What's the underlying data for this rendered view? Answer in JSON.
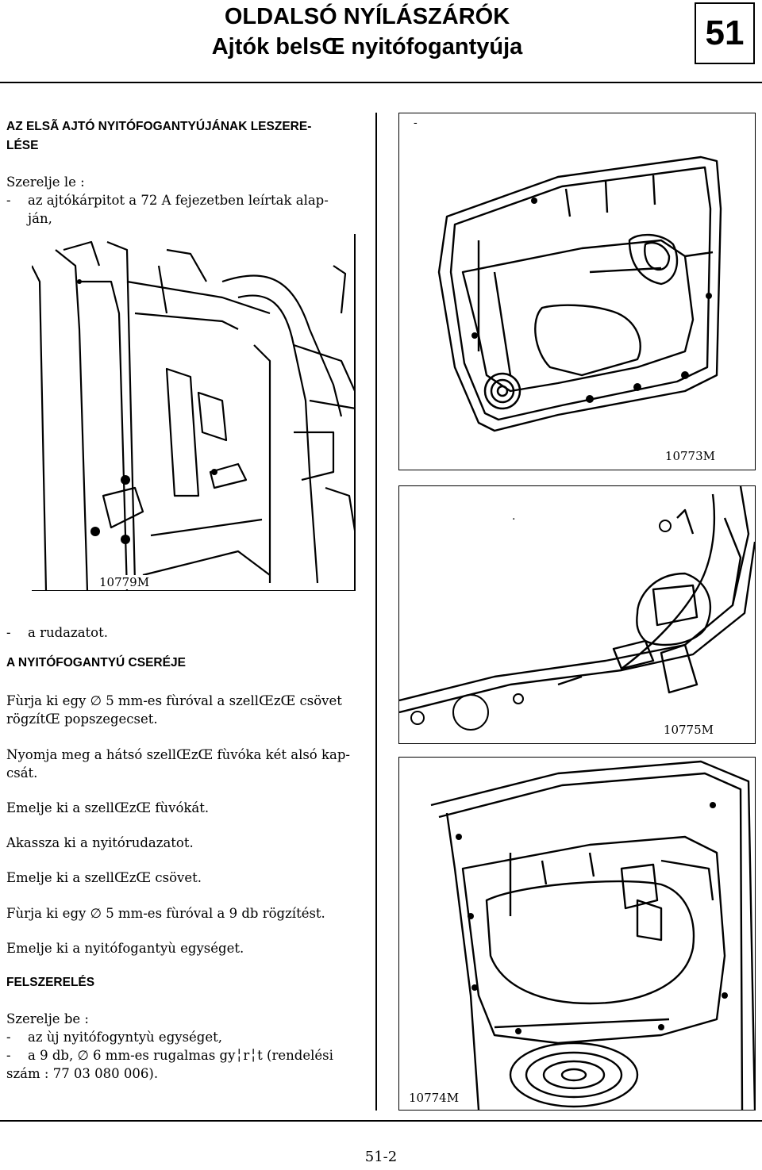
{
  "header": {
    "title_line1": "OLDALSÓ NYÍLÁSZÁRÓK",
    "title_line2": "Ajtók belsŒ nyitófogantyúja",
    "chapter": "51"
  },
  "left_column": {
    "section1_heading_line1": "AZ ELSÃ AJTÓ NYITÓFOGANTYÚJÁNAK LESZERE-",
    "section1_heading_line2": "LÉSE",
    "remove_intro": "Szerelje le :",
    "remove_item1_line1": "az ajtókárpitot a 72 A fejezetben leírtak alap-",
    "remove_item1_line2": "ján,",
    "remove_item2": "a rudazatot.",
    "section2_heading": "A NYITÓFOGANTYÚ CSERÉJE",
    "step1_line1": "Fùrja ki egy ∅ 5 mm-es fùróval a szellŒzŒ csövet",
    "step1_line2": "rögzítŒ popszegecset.",
    "step2_line1": "Nyomja meg a hátsó szellŒzŒ fùvóka két alsó kap-",
    "step2_line2": "csát.",
    "step3": "Emelje ki a szellŒzŒ fùvókát.",
    "step4": "Akassza ki a nyitórudazatot.",
    "step5": "Emelje ki a szellŒzŒ csövet.",
    "step6": "Fùrja ki egy ∅ 5 mm-es fùróval a 9 db rögzítést.",
    "step7": "Emelje ki a nyitófogantyù egységet.",
    "section3_heading": "FELSZERELÉS",
    "install_intro": "Szerelje be :",
    "install_item1": "az ùj nyitófogyntyù egységet,",
    "install_item2_line1": "a 9 db, ∅ 6 mm-es rugalmas gy╎r╎t (rendelési",
    "install_item2_line2": "szám : 77 03 080 006)."
  },
  "figures": {
    "fig_left": "10779M",
    "fig_top_right": "10773M",
    "fig_mid_right": "10775M",
    "fig_bottom_right": "10774M",
    "top_right_mark": "-",
    "mid_right_mark": "."
  },
  "footer": {
    "page_number": "51-2"
  }
}
